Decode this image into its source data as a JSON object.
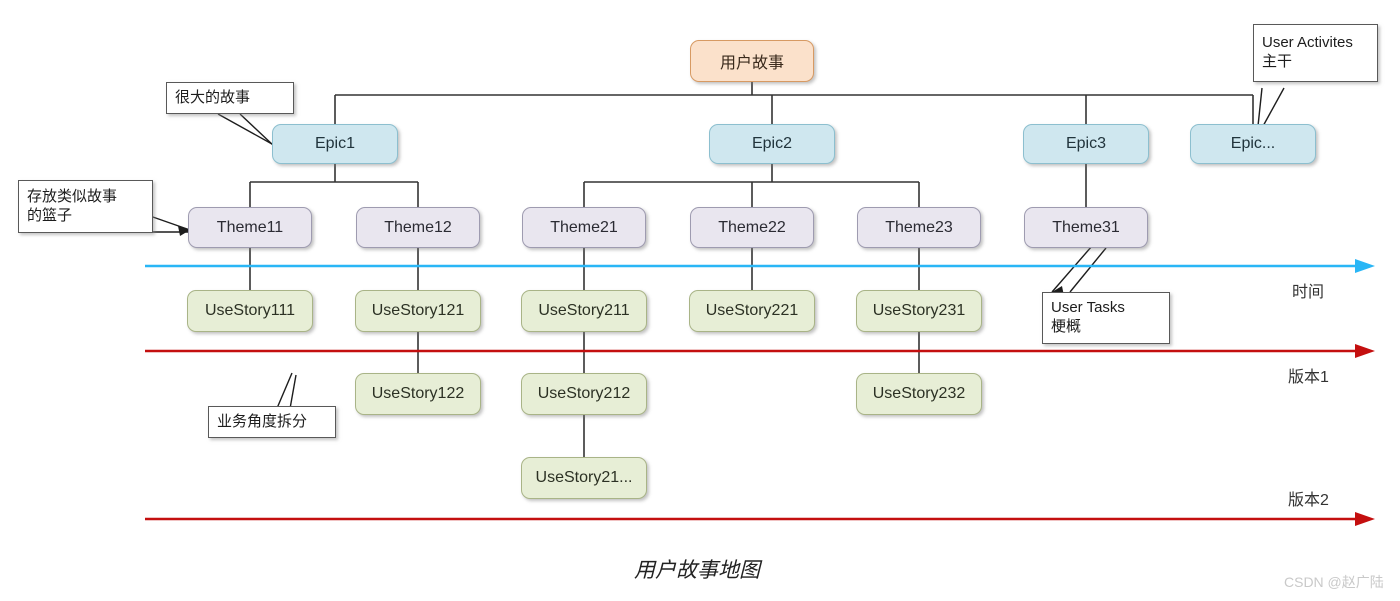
{
  "diagram": {
    "caption": "用户故事地图",
    "watermark": "CSDN @赵广陆",
    "colors": {
      "root_fill": "#fbe1cb",
      "root_border": "#d79a63",
      "epic_fill": "#cfe7ef",
      "epic_border": "#8cbfcf",
      "theme_fill": "#e9e6ef",
      "theme_border": "#9e9bb0",
      "story_fill": "#e7eed6",
      "story_border": "#a9b487",
      "time_axis": "#29b6f6",
      "version_axis": "#c40f0f",
      "connector": "#333333"
    }
  },
  "nodes": {
    "root": {
      "label": "用户故事",
      "type": "root"
    },
    "epics": [
      {
        "id": "epic1",
        "label": "Epic1"
      },
      {
        "id": "epic2",
        "label": "Epic2"
      },
      {
        "id": "epic3",
        "label": "Epic3"
      },
      {
        "id": "epic4",
        "label": "Epic..."
      }
    ],
    "themes": [
      {
        "id": "theme11",
        "label": "Theme11",
        "parent": "epic1"
      },
      {
        "id": "theme12",
        "label": "Theme12",
        "parent": "epic1"
      },
      {
        "id": "theme21",
        "label": "Theme21",
        "parent": "epic2"
      },
      {
        "id": "theme22",
        "label": "Theme22",
        "parent": "epic2"
      },
      {
        "id": "theme23",
        "label": "Theme23",
        "parent": "epic2"
      },
      {
        "id": "theme31",
        "label": "Theme31",
        "parent": "epic3"
      }
    ],
    "stories_row1": [
      {
        "id": "us111",
        "label": "UseStory111",
        "parent": "theme11"
      },
      {
        "id": "us121",
        "label": "UseStory121",
        "parent": "theme12"
      },
      {
        "id": "us211",
        "label": "UseStory211",
        "parent": "theme21"
      },
      {
        "id": "us221",
        "label": "UseStory221",
        "parent": "theme22"
      },
      {
        "id": "us231",
        "label": "UseStory231",
        "parent": "theme23"
      }
    ],
    "stories_row2": [
      {
        "id": "us122",
        "label": "UseStory122",
        "parent": "us121"
      },
      {
        "id": "us212",
        "label": "UseStory212",
        "parent": "us211"
      },
      {
        "id": "us232",
        "label": "UseStory232",
        "parent": "us231"
      }
    ],
    "stories_row3": [
      {
        "id": "us21x",
        "label": "UseStory21...",
        "parent": "us212"
      }
    ]
  },
  "callouts": [
    {
      "id": "callout-big-story",
      "text": "很大的故事",
      "target": "epic1"
    },
    {
      "id": "callout-basket",
      "text": "存放类似故事\n的篮子",
      "target": "theme11"
    },
    {
      "id": "callout-user-activites",
      "text": "User Activites\n主干",
      "target": "epic4"
    },
    {
      "id": "callout-user-tasks",
      "text": "User Tasks\n梗概",
      "target": "theme31"
    },
    {
      "id": "callout-business-split",
      "text": "业务角度拆分",
      "target": "story-rows"
    }
  ],
  "axes": [
    {
      "id": "axis-time",
      "label": "时间",
      "color": "#29b6f6"
    },
    {
      "id": "axis-version1",
      "label": "版本1",
      "color": "#c40f0f"
    },
    {
      "id": "axis-version2",
      "label": "版本2",
      "color": "#c40f0f"
    }
  ]
}
